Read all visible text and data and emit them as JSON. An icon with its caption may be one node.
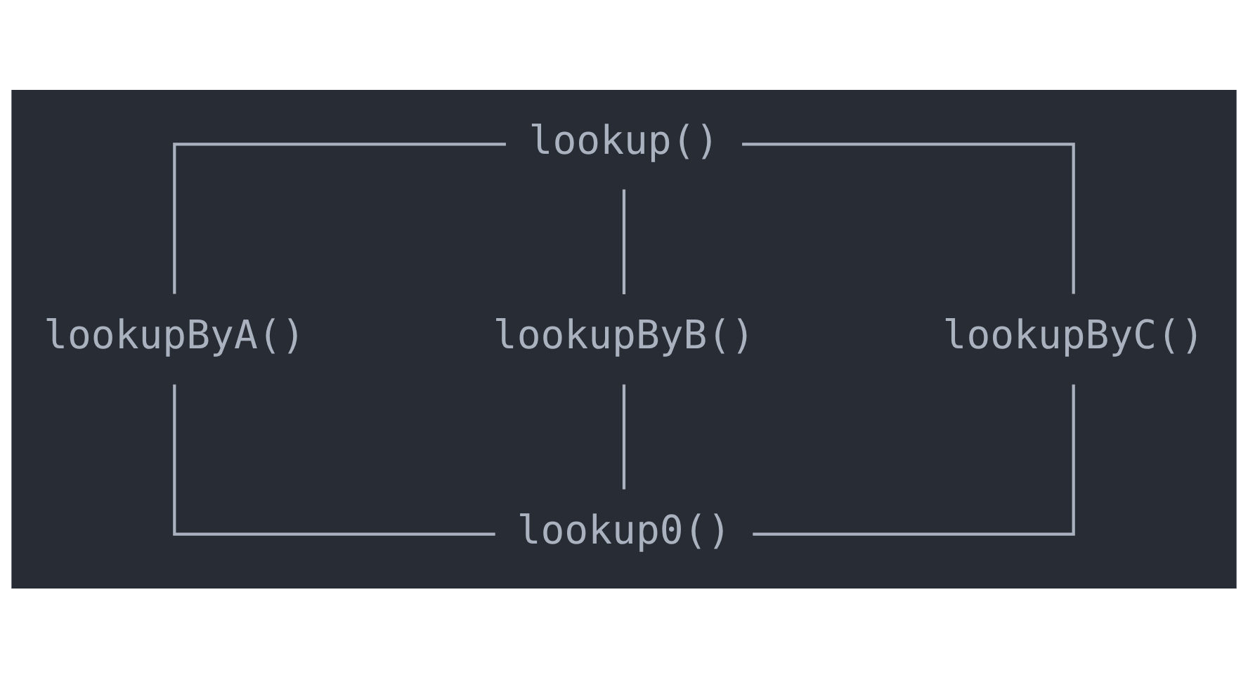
{
  "diagram": {
    "nodes": [
      {
        "text": [
          "lookup()"
        ]
      },
      {
        "text": [
          "lookupByA()"
        ]
      },
      {
        "text": [
          "lookupByB()"
        ]
      },
      {
        "text": [
          "lookupByC()"
        ]
      },
      {
        "text": [
          "lookup0()"
        ]
      }
    ],
    "edges": [
      {
        "from": 0,
        "to": 1,
        "arrow": "none"
      },
      {
        "from": 0,
        "to": 2,
        "arrow": "none"
      },
      {
        "from": 0,
        "to": 3,
        "arrow": "none"
      },
      {
        "from": 1,
        "to": 4,
        "arrow": "none"
      },
      {
        "from": 2,
        "to": 4,
        "arrow": "none"
      },
      {
        "from": 3,
        "to": 4,
        "arrow": "none"
      }
    ]
  }
}
